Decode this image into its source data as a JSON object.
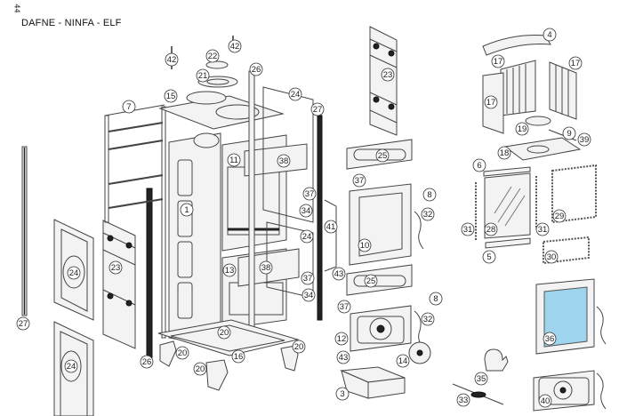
{
  "page": {
    "page_number": "44",
    "title": "DAFNE - NINFA - ELF"
  },
  "diagram": {
    "type": "exploded-parts-view",
    "subject": "stove",
    "colors": {
      "line": "#444444",
      "glass": "#9fd4ee",
      "background": "#ffffff"
    },
    "callouts": [
      {
        "id": "c42a",
        "number": "42"
      },
      {
        "id": "c42b",
        "number": "42"
      },
      {
        "id": "c22",
        "number": "22"
      },
      {
        "id": "c21",
        "number": "21"
      },
      {
        "id": "c26a",
        "number": "26"
      },
      {
        "id": "c15",
        "number": "15"
      },
      {
        "id": "c24a",
        "number": "24"
      },
      {
        "id": "c27a",
        "number": "27"
      },
      {
        "id": "c7",
        "number": "7"
      },
      {
        "id": "c11",
        "number": "11"
      },
      {
        "id": "c38a",
        "number": "38"
      },
      {
        "id": "c1",
        "number": "1"
      },
      {
        "id": "c37a",
        "number": "37"
      },
      {
        "id": "c34a",
        "number": "34"
      },
      {
        "id": "c41",
        "number": "41"
      },
      {
        "id": "c24b",
        "number": "24"
      },
      {
        "id": "c13",
        "number": "13"
      },
      {
        "id": "c38b",
        "number": "38"
      },
      {
        "id": "c37b",
        "number": "37"
      },
      {
        "id": "c34b",
        "number": "34"
      },
      {
        "id": "c24c",
        "number": "24"
      },
      {
        "id": "c23a",
        "number": "23"
      },
      {
        "id": "c27b",
        "number": "27"
      },
      {
        "id": "c24d",
        "number": "24"
      },
      {
        "id": "c26b",
        "number": "26"
      },
      {
        "id": "c20a",
        "number": "20"
      },
      {
        "id": "c20b",
        "number": "20"
      },
      {
        "id": "c20c",
        "number": "20"
      },
      {
        "id": "c20d",
        "number": "20"
      },
      {
        "id": "c16",
        "number": "16"
      },
      {
        "id": "c23b",
        "number": "23"
      },
      {
        "id": "c25a",
        "number": "25"
      },
      {
        "id": "c37c",
        "number": "37"
      },
      {
        "id": "c8a",
        "number": "8"
      },
      {
        "id": "c32a",
        "number": "32"
      },
      {
        "id": "c10",
        "number": "10"
      },
      {
        "id": "c43a",
        "number": "43"
      },
      {
        "id": "c25b",
        "number": "25"
      },
      {
        "id": "c8b",
        "number": "8"
      },
      {
        "id": "c37d",
        "number": "37"
      },
      {
        "id": "c32b",
        "number": "32"
      },
      {
        "id": "c12",
        "number": "12"
      },
      {
        "id": "c43b",
        "number": "43"
      },
      {
        "id": "c14",
        "number": "14"
      },
      {
        "id": "c3",
        "number": "3"
      },
      {
        "id": "c4",
        "number": "4"
      },
      {
        "id": "c17a",
        "number": "17"
      },
      {
        "id": "c17b",
        "number": "17"
      },
      {
        "id": "c17c",
        "number": "17"
      },
      {
        "id": "c19",
        "number": "19"
      },
      {
        "id": "c9",
        "number": "9"
      },
      {
        "id": "c39",
        "number": "39"
      },
      {
        "id": "c18",
        "number": "18"
      },
      {
        "id": "c6",
        "number": "6"
      },
      {
        "id": "c31a",
        "number": "31"
      },
      {
        "id": "c28",
        "number": "28"
      },
      {
        "id": "c31b",
        "number": "31"
      },
      {
        "id": "c29",
        "number": "29"
      },
      {
        "id": "c5",
        "number": "5"
      },
      {
        "id": "c30",
        "number": "30"
      },
      {
        "id": "c36",
        "number": "36"
      },
      {
        "id": "c35",
        "number": "35"
      },
      {
        "id": "c33",
        "number": "33"
      },
      {
        "id": "c40",
        "number": "40"
      }
    ]
  }
}
